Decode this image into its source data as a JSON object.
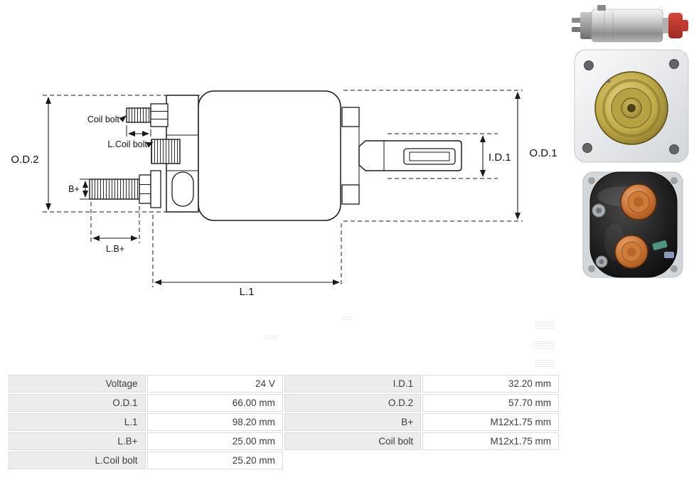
{
  "drawing": {
    "labels": {
      "od2": "O.D.2",
      "od1": "O.D.1",
      "id1": "I.D.1",
      "l1": "L.1",
      "lb_plus": "L.B+",
      "b_plus": "B+",
      "coil_bolt": "Coil bolt",
      "l_coil_bolt": "L.Coil bolt"
    }
  },
  "table": {
    "colors": {
      "label_bg": "#ececec",
      "value_bg": "#ffffff",
      "border": "#dcdcdc",
      "text": "#3c3c3c"
    },
    "rows": [
      [
        "Voltage",
        "24 V",
        "I.D.1",
        "32.20 mm"
      ],
      [
        "O.D.1",
        "66.00 mm",
        "O.D.2",
        "57.70 mm"
      ],
      [
        "L.1",
        "98.20 mm",
        "B+",
        "M12x1.75 mm"
      ],
      [
        "L.B+",
        "25.00 mm",
        "Coil bolt",
        "M12x1.75 mm"
      ],
      [
        "L.Coil bolt",
        "25.20 mm",
        "",
        ""
      ]
    ]
  }
}
